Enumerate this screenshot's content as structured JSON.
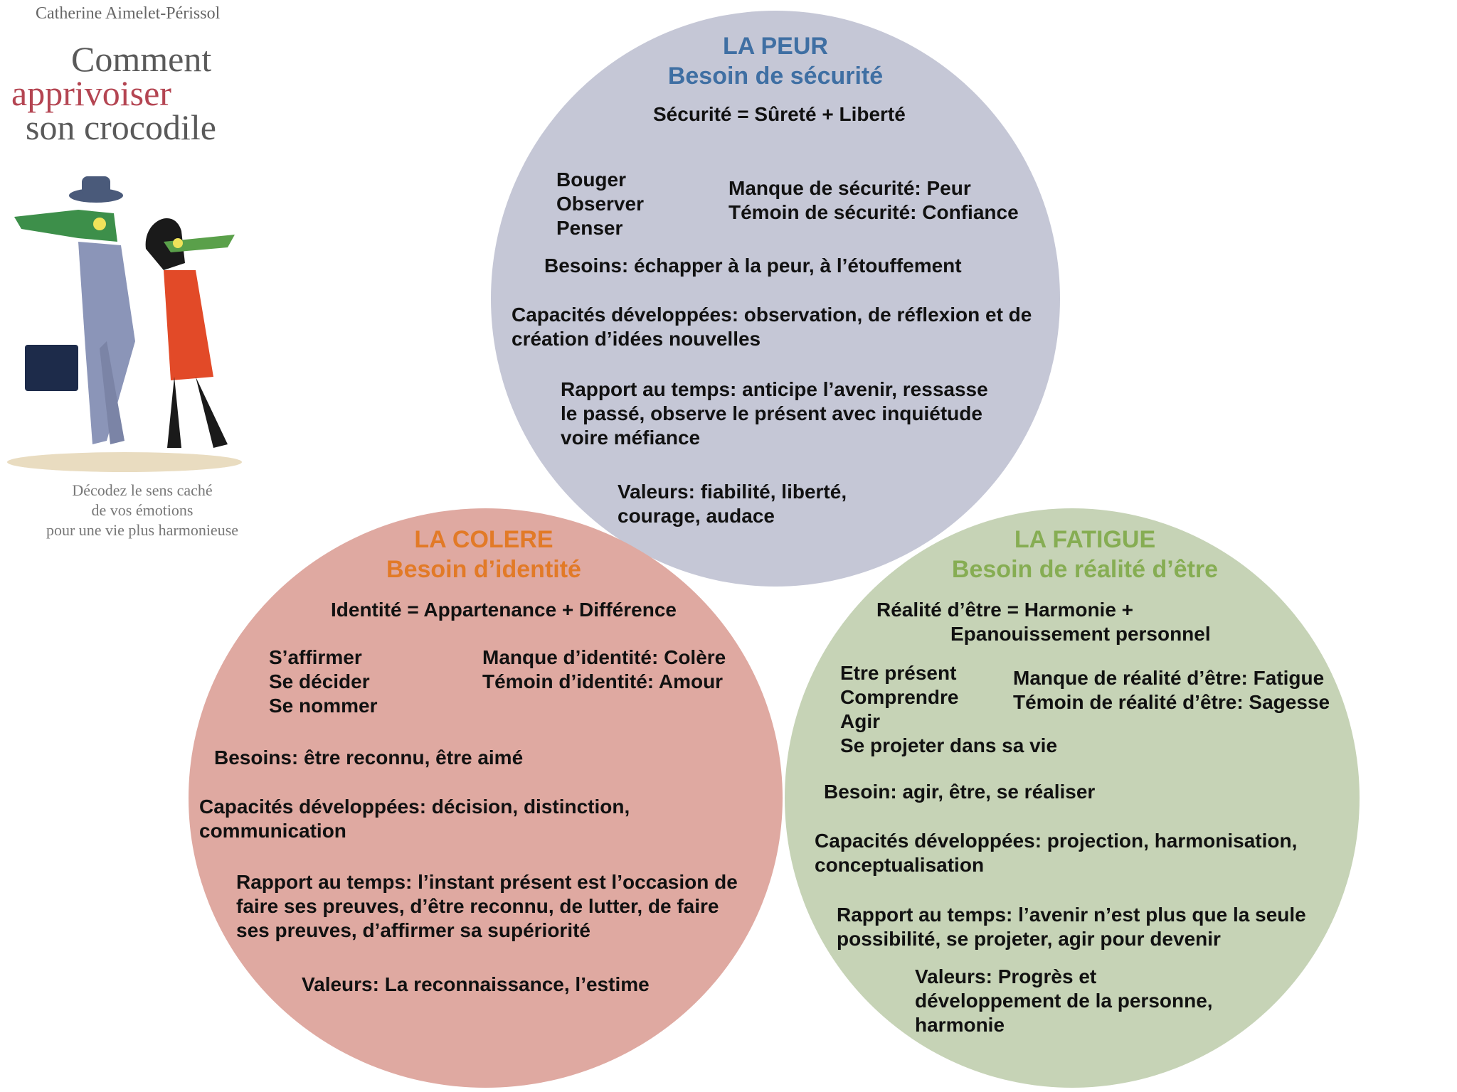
{
  "cover": {
    "author": "Catherine Aimelet-Périssol",
    "title_line1": "Comment",
    "title_line2": "apprivoiser",
    "title_line3": "son crocodile",
    "tagline": [
      "Décodez le sens caché",
      "de vos émotions",
      "pour une vie plus harmonieuse"
    ]
  },
  "peur": {
    "title": "LA PEUR",
    "subtitle": "Besoin de sécurité",
    "formula": "Sécurité = Sûreté + Liberté",
    "actions": [
      "Bouger",
      "Observer",
      "Penser"
    ],
    "manque": "Manque de sécurité: Peur",
    "temoin": "Témoin de sécurité: Confiance",
    "besoins": "Besoins: échapper à la peur, à l’étouffement",
    "capacites": [
      "Capacités développées: observation, de réflexion et de",
      "création d’idées nouvelles"
    ],
    "rapport": [
      "Rapport au temps: anticipe l’avenir, ressasse",
      "le passé, observe le présent avec inquiétude",
      "voire méfiance"
    ],
    "valeurs": [
      "Valeurs: fiabilité, liberté,",
      "courage, audace"
    ]
  },
  "colere": {
    "title": "LA COLERE",
    "subtitle": "Besoin d’identité",
    "formula": "Identité = Appartenance + Différence",
    "actions": [
      "S’affirmer",
      "Se décider",
      "Se nommer"
    ],
    "manque": "Manque d’identité: Colère",
    "temoin": "Témoin d’identité: Amour",
    "besoins": "Besoins: être reconnu, être aimé",
    "capacites": [
      "Capacités développées: décision, distinction,",
      "communication"
    ],
    "rapport": [
      "Rapport au temps: l’instant présent est l’occasion de",
      "faire ses preuves, d’être reconnu, de lutter, de faire",
      "ses preuves, d’affirmer sa supériorité"
    ],
    "valeurs": [
      "Valeurs: La reconnaissance, l’estime"
    ]
  },
  "fatigue": {
    "title": "LA FATIGUE",
    "subtitle": "Besoin de réalité d’être",
    "formula": [
      "Réalité d’être = Harmonie +",
      "Epanouissement personnel"
    ],
    "actions": [
      "Etre présent",
      "Comprendre",
      "Agir",
      "Se projeter dans sa vie"
    ],
    "manque": "Manque de réalité d’être: Fatigue",
    "temoin": "Témoin de réalité d’être: Sagesse",
    "besoins": "Besoin: agir, être, se réaliser",
    "capacites": [
      "Capacités développées: projection, harmonisation,",
      "conceptualisation"
    ],
    "rapport": [
      "Rapport au temps: l’avenir n’est plus que la seule",
      "possibilité, se projeter, agir pour devenir"
    ],
    "valeurs": [
      "Valeurs: Progrès et",
      "développement de la personne,",
      "harmonie"
    ]
  },
  "colors": {
    "peur_circle": "#c5c7d6",
    "colere_circle": "#dfa9a1",
    "fatigue_circle": "#c6d3b6",
    "peur_title": "#3f6fa3",
    "colere_title": "#e27a27",
    "fatigue_title": "#86ad53"
  }
}
